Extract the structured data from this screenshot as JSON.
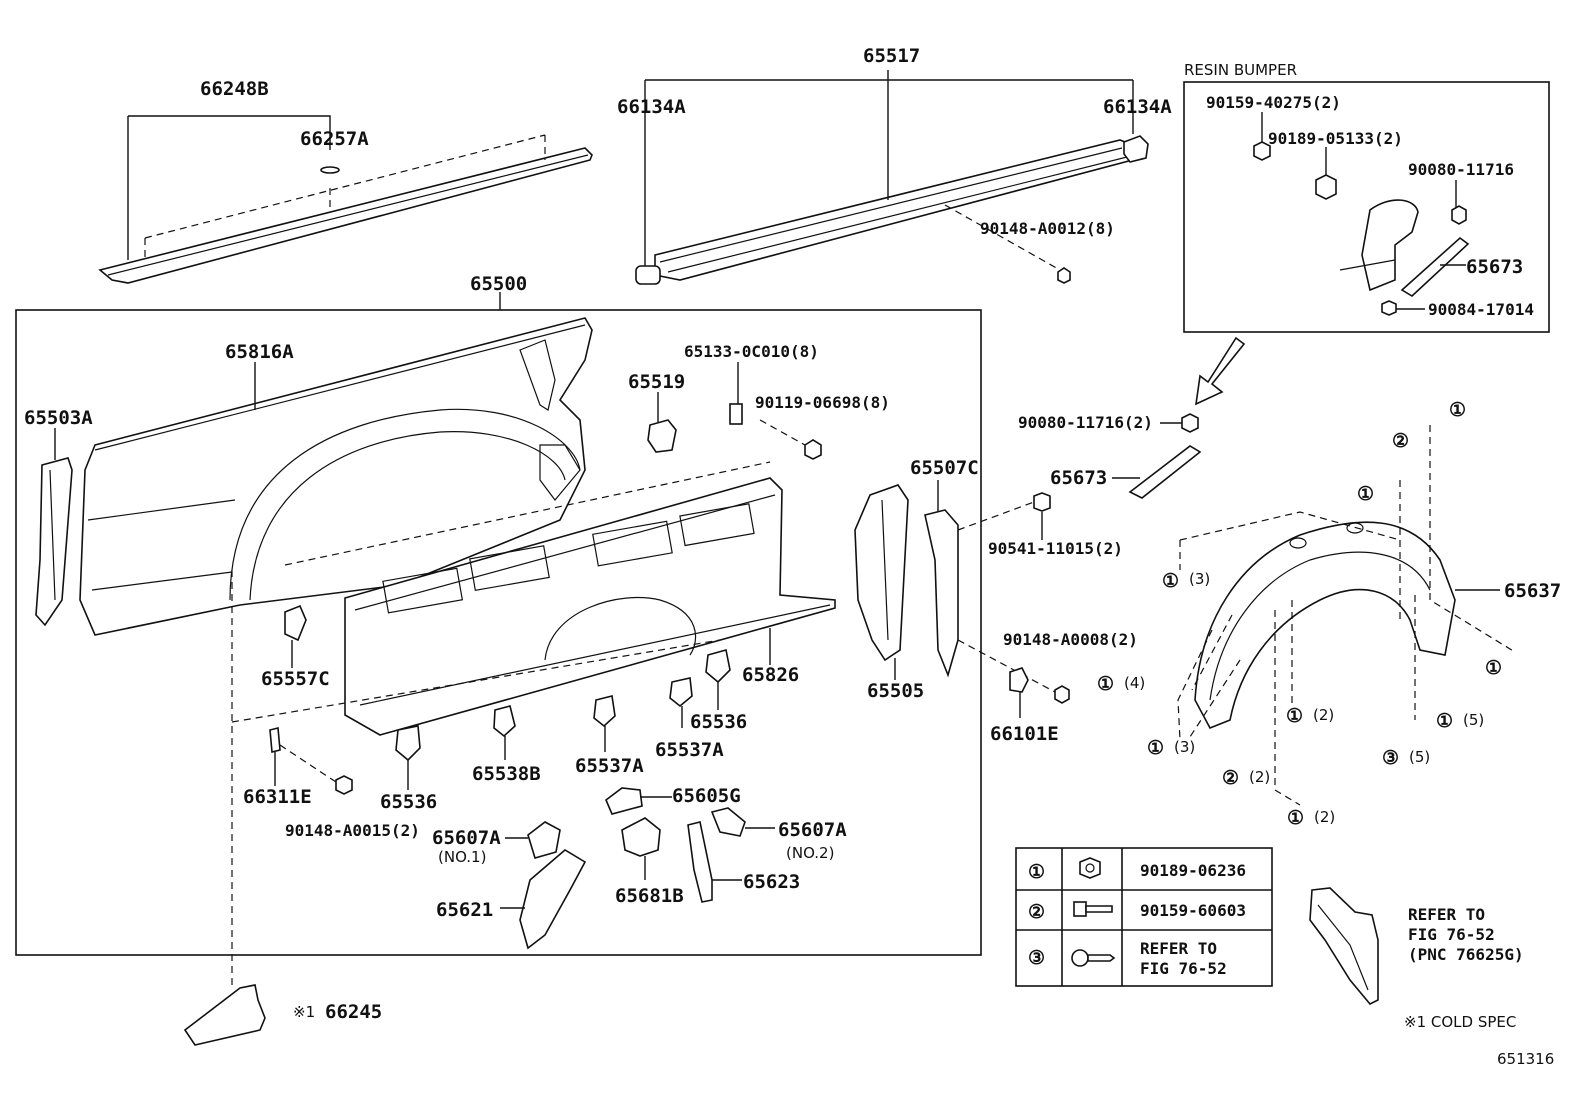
{
  "labels": {
    "p66248B": "66248B",
    "p66257A": "66257A",
    "p65517": "65517",
    "p66134A_left": "66134A",
    "p66134A_right": "66134A",
    "p90148_A0012": "90148-A0012(8)",
    "p65500": "65500",
    "p65816A": "65816A",
    "p65503A": "65503A",
    "p65133": "65133-0C010(8)",
    "p65519": "65519",
    "p90119": "90119-06698(8)",
    "p65507C": "65507C",
    "p90541": "90541-11015(2)",
    "p90148_A0008": "90148-A0008(2)",
    "p65505": "65505",
    "p66101E": "66101E",
    "p65826": "65826",
    "p65557C": "65557C",
    "p65536_right": "65536",
    "p65537A_top": "65537A",
    "p65537A_low": "65537A",
    "p65538B": "65538B",
    "p65536_left": "65536",
    "p66311E": "66311E",
    "p90148_A0015": "90148-A0015(2)",
    "p65605G": "65605G",
    "p65607A_no1": "65607A",
    "p65607A_no2": "65607A",
    "no1": "(NO.1)",
    "no2": "(NO.2)",
    "p65681B": "65681B",
    "p65623": "65623",
    "p65621": "65621",
    "p66245": "66245",
    "cold_mark": "※1",
    "p90080_11716_2": "90080-11716(2)",
    "p65673": "65673",
    "p65637": "65637",
    "resin_title": "RESIN BUMPER",
    "r90159": "90159-40275(2)",
    "r90189": "90189-05133(2)",
    "r90080": "90080-11716",
    "r65673": "65673",
    "r90084": "90084-17014",
    "c1": "①",
    "c2": "②",
    "c3": "③",
    "c1_3a": "(3)",
    "c1_4": "(4)",
    "c1_2a": "(2)",
    "c1_3b": "(3)",
    "c1_5": "(5)",
    "c3_5": "(5)",
    "c2_2": "(2)",
    "c1_2b": "(2)",
    "refer_mudguard_1": "REFER TO",
    "refer_mudguard_2": "FIG 76-52",
    "refer_mudguard_3": "(PNC 76625G)",
    "cold_spec": "※1 COLD SPEC",
    "diagram_id": "651316"
  },
  "legend": [
    {
      "key": "①",
      "icon": "nut-icon",
      "value": "90189-06236"
    },
    {
      "key": "②",
      "icon": "bolt-icon",
      "value": "90159-60603"
    },
    {
      "key": "③",
      "icon": "screw-icon",
      "value_line1": "REFER TO",
      "value_line2": "FIG 76-52"
    }
  ]
}
